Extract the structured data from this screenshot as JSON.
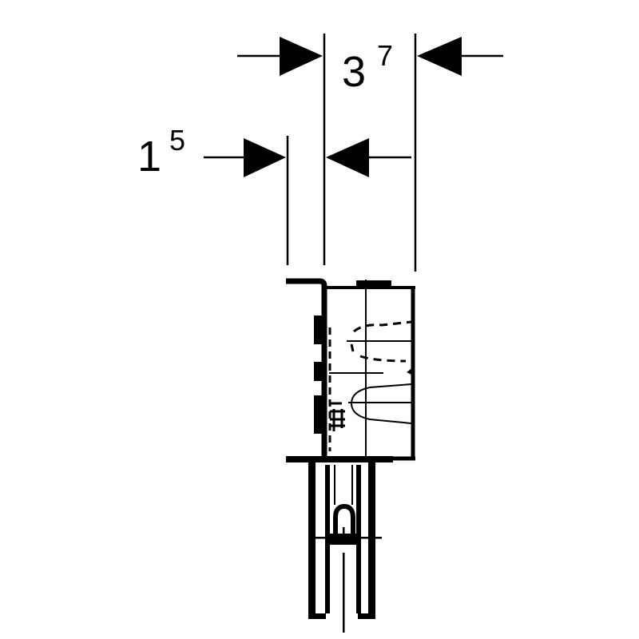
{
  "dimensions": {
    "upper": {
      "value": "3",
      "superscript": "7"
    },
    "lower": {
      "value": "1",
      "superscript": "5"
    }
  },
  "colors": {
    "ink": "#000000",
    "background": "#ffffff"
  }
}
